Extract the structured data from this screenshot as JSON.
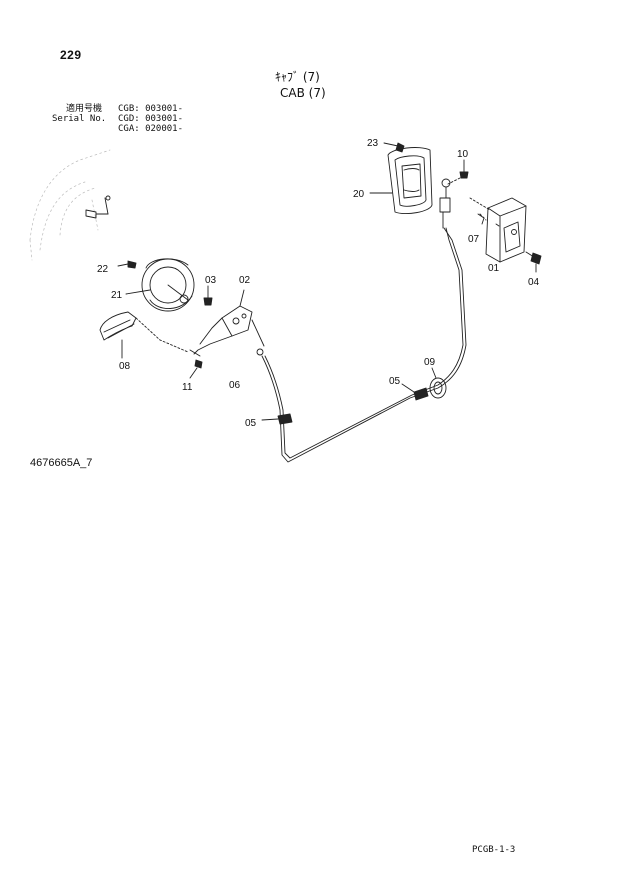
{
  "page_number": "229",
  "title": {
    "japanese": "ｷｬﾌﾞ (7)",
    "english": "CAB (7)"
  },
  "serial_block": {
    "label_jp": "適用号機",
    "label_en": "Serial No.",
    "cgb": "CGB: 003001-",
    "cgd": "CGD: 003001-",
    "cga": "CGA: 020001-"
  },
  "callouts": [
    "23",
    "10",
    "20",
    "07",
    "01",
    "04",
    "22",
    "03",
    "02",
    "21",
    "08",
    "11",
    "06",
    "09",
    "05",
    "05"
  ],
  "diagram_id": "4676665A_7",
  "page_code": "PCGB-1-3"
}
